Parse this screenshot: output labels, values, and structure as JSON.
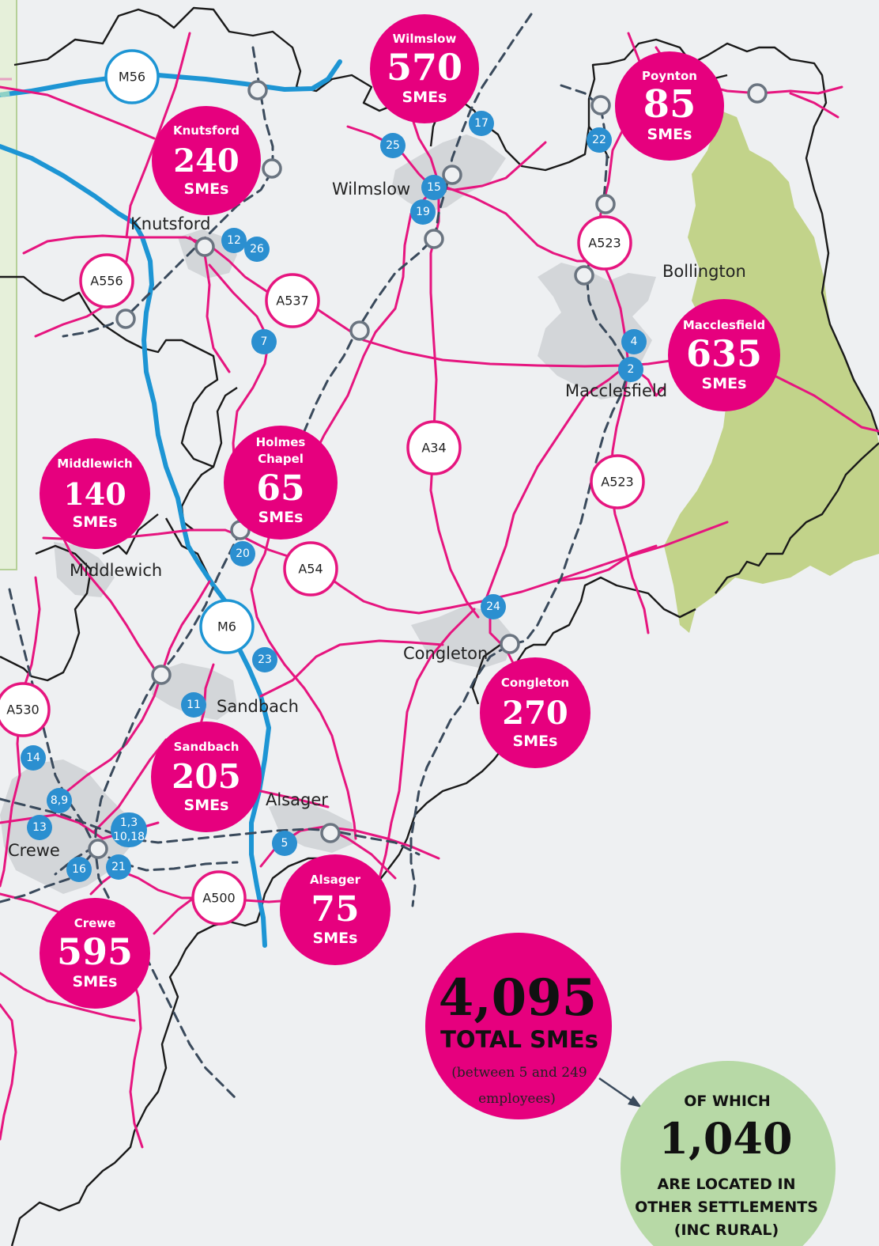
{
  "colors": {
    "background": "#eef0f2",
    "sme_circle": "#e6007e",
    "local_road": "#e6157f",
    "motorway": "#1d95d4",
    "railway": "#3a4a5c",
    "boundary": "#1a1a1a",
    "peak_park": "#c2d38a",
    "urban_area": "#d3d6d9",
    "junction_badge": "#2b8fd0",
    "other_circle": "#b7d9a6",
    "left_panel": "#e6f0da"
  },
  "sme_unit": "SMEs",
  "towns": [
    "Wilmslow",
    "Knutsford",
    "Bollington",
    "Macclesfield",
    "Middlewich",
    "Congleton",
    "Sandbach",
    "Alsager",
    "Crewe"
  ],
  "road_labels": [
    "M56",
    "A556",
    "A537",
    "A523",
    "A34",
    "A523",
    "A54",
    "M6",
    "A530",
    "A500"
  ],
  "junctions": [
    "17",
    "25",
    "15",
    "19",
    "22",
    "12",
    "26",
    "7",
    "4",
    "2",
    "20",
    "24",
    "23",
    "11",
    "14",
    "8,9",
    "13",
    "1,3\n10,18",
    "16",
    "21",
    "5"
  ],
  "settlements": [
    {
      "name": "Wilmslow",
      "count": "570"
    },
    {
      "name": "Poynton",
      "count": "85"
    },
    {
      "name": "Knutsford",
      "count": "240"
    },
    {
      "name": "Macclesfield",
      "count": "635"
    },
    {
      "name": "Middlewich",
      "count": "140"
    },
    {
      "name": "Holmes\nChapel",
      "count": "65"
    },
    {
      "name": "Congleton",
      "count": "270"
    },
    {
      "name": "Sandbach",
      "count": "205"
    },
    {
      "name": "Alsager",
      "count": "75"
    },
    {
      "name": "Crewe",
      "count": "595"
    }
  ],
  "total": {
    "count": "4,095",
    "label": "TOTAL SMEs",
    "note_line1": "(between 5 and 249",
    "note_line2": "employees)"
  },
  "other": {
    "prefix": "OF WHICH",
    "count": "1,040",
    "line1": "ARE LOCATED IN",
    "line2": "OTHER SETTLEMENTS",
    "line3": "(INC RURAL)"
  }
}
